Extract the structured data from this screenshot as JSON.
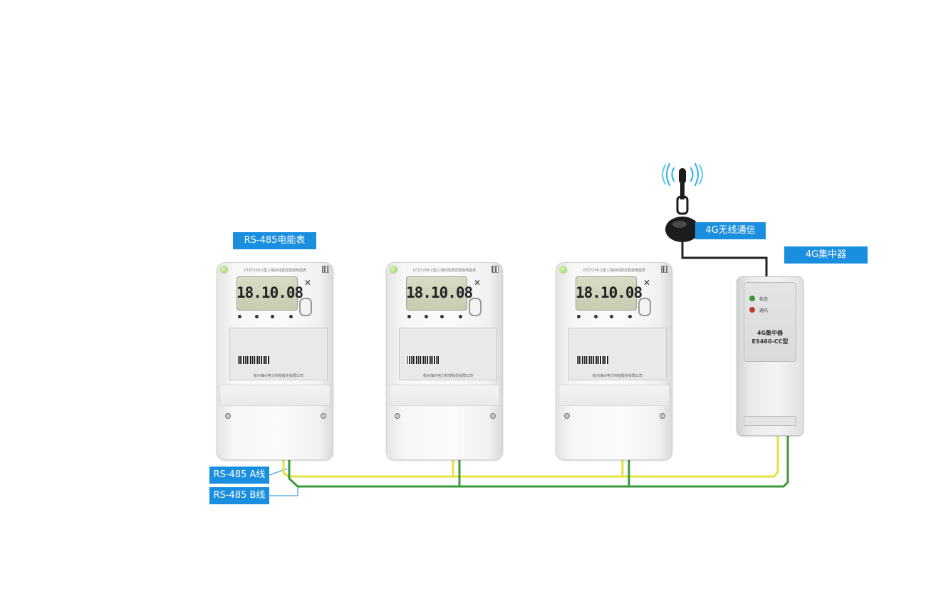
{
  "labels": {
    "meter_group": "RS-485电能表",
    "wire_a": "RS-485 A线",
    "wire_b": "RS-485 B线",
    "wireless": "4G无线通信",
    "concentrator": "4G集中器"
  },
  "meters": [
    {
      "model": "DTZY208-Z型三相四线费控智能电能表",
      "reading": "18.10.08",
      "maker": "杭州海兴电力科技股份有限公司"
    },
    {
      "model": "DTZY208-Z型三相四线费控智能电能表",
      "reading": "18.10.08",
      "maker": "杭州海兴电力科技股份有限公司"
    },
    {
      "model": "DTZY208-Z型三相四线费控智能电能表",
      "reading": "18.10.08",
      "maker": "杭州海兴电力科技股份有限公司"
    }
  ],
  "concentrator_device": {
    "status_label": "状态",
    "comm_label": "通讯",
    "title_line1": "4G集中器",
    "title_line2": "ES460-CC型"
  },
  "colors": {
    "label_bg": "#1a8fe0",
    "wire_a": "#e8e040",
    "wire_b": "#3a9a3a",
    "antenna_cable": "#222222",
    "signal_waves": "#38b4ee"
  },
  "icons": [
    "antenna-icon",
    "signal-wave-icon"
  ]
}
